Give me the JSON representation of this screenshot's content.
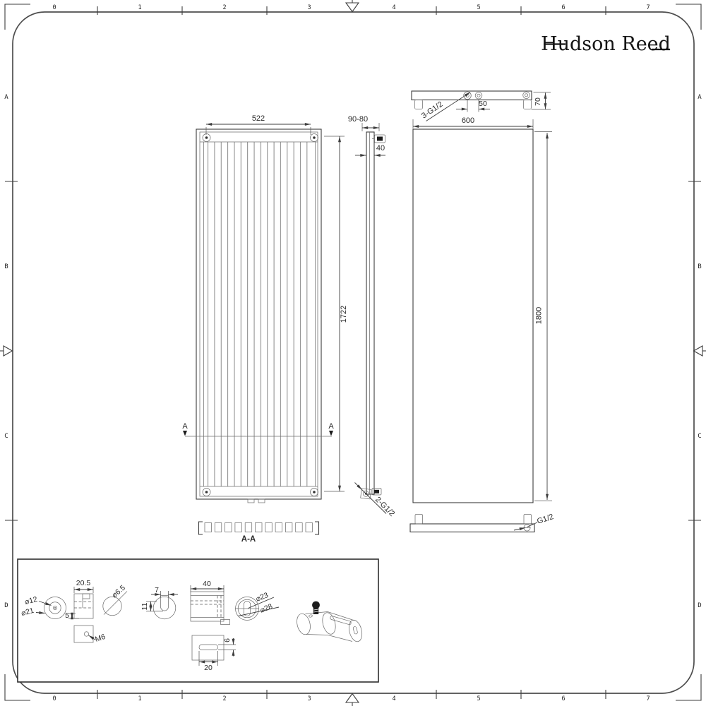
{
  "logo": {
    "brand": "Hudson Reed"
  },
  "rulers": {
    "top": [
      "0",
      "1",
      "2",
      "3",
      "4",
      "5",
      "6",
      "7"
    ],
    "bottom": [
      "0",
      "1",
      "2",
      "3",
      "4",
      "5",
      "6",
      "7"
    ],
    "left": [
      "A",
      "B",
      "C",
      "D"
    ],
    "right": [
      "A",
      "B",
      "C",
      "D"
    ]
  },
  "front_view": {
    "width_dim": "522",
    "height_dim": "1722",
    "section_mark_left": "A",
    "section_mark_right": "A",
    "section_label": "A-A"
  },
  "side_view": {
    "wall_distance_dim": "90-80",
    "depth_dim": "40",
    "bottom_connections_label": "2-G1/2"
  },
  "top_view": {
    "connections_label": "3-G1/2",
    "spacing_dim": "50",
    "depth_dim": "70"
  },
  "rear_view": {
    "width_dim": "600",
    "height_dim": "1800",
    "connection_label": "G1/2"
  },
  "fittings": {
    "washer_inner_dia": "⌀12",
    "washer_outer_dia": "⌀21",
    "bush_width_dim": "20.5",
    "bush_step_dim": "5",
    "hole_dia": "⌀6.5",
    "nut_thread": "M6",
    "clip_slot_width_dim": "7",
    "clip_slot_depth_dim": "11",
    "body_width_dim": "40",
    "plate_slot_height_dim": "6",
    "plate_slot_length_dim": "20",
    "collar_inner_dia": "⌀23",
    "collar_outer_dia": "⌀28"
  }
}
